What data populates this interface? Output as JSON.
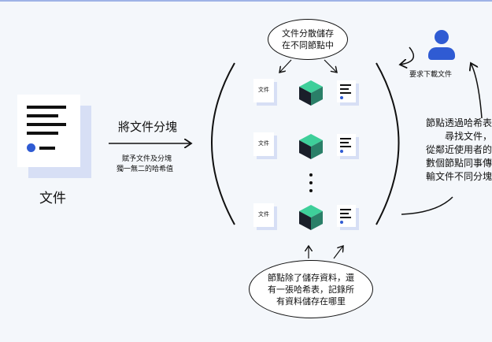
{
  "document": {
    "label": "文件"
  },
  "split_step": {
    "title": "將文件分塊",
    "subtitle_line1": "賦予文件及分塊",
    "subtitle_line2": "獨一無二的哈希值"
  },
  "top_bubble": {
    "line1": "文件分散儲存",
    "line2": "在不同節點中"
  },
  "bottom_bubble": {
    "line1": "節點除了儲存資料，還",
    "line2": "有一張哈希表，記錄所",
    "line3": "有資料儲存在哪里"
  },
  "chunks": [
    {
      "label": "文件"
    },
    {
      "label": "文件"
    },
    {
      "label": "文件"
    }
  ],
  "user": {
    "label": "要求下載文件"
  },
  "right_text": {
    "line1": "節點透過哈希表",
    "line2": "尋找文件，",
    "line3": "從鄰近使用者的",
    "line4": "數個節點同事傳",
    "line5": "輸文件不同分塊"
  },
  "colors": {
    "accent": "#2f5bd3",
    "cube_top": "#3ecf9a",
    "cube_dark": "#1a1f2a",
    "shadow": "#d7dff5"
  }
}
